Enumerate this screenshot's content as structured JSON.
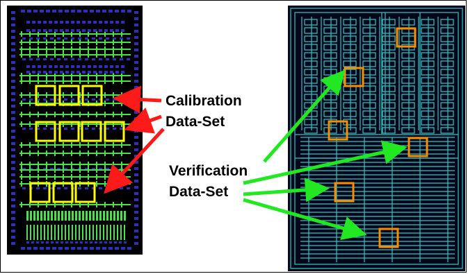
{
  "labels": {
    "calibration_line1": "Calibration",
    "calibration_line2": "Data-Set",
    "verification_line1": "Verification",
    "verification_line2": "Data-Set"
  },
  "colors": {
    "left_background": "#000000",
    "left_pattern_green": "#4be14b",
    "left_pattern_blue": "#2f2fb8",
    "right_background": "#06061a",
    "right_pattern_cyan": "#2ec7c7",
    "calibration_box": "#ffff00",
    "verification_box": "#ff8c00",
    "calibration_arrow": "#ff1a1a",
    "verification_arrow": "#22e822"
  },
  "calibration_box_count": 10,
  "verification_box_count": 6,
  "calibration_arrow_count": 3,
  "verification_arrow_count": 4
}
